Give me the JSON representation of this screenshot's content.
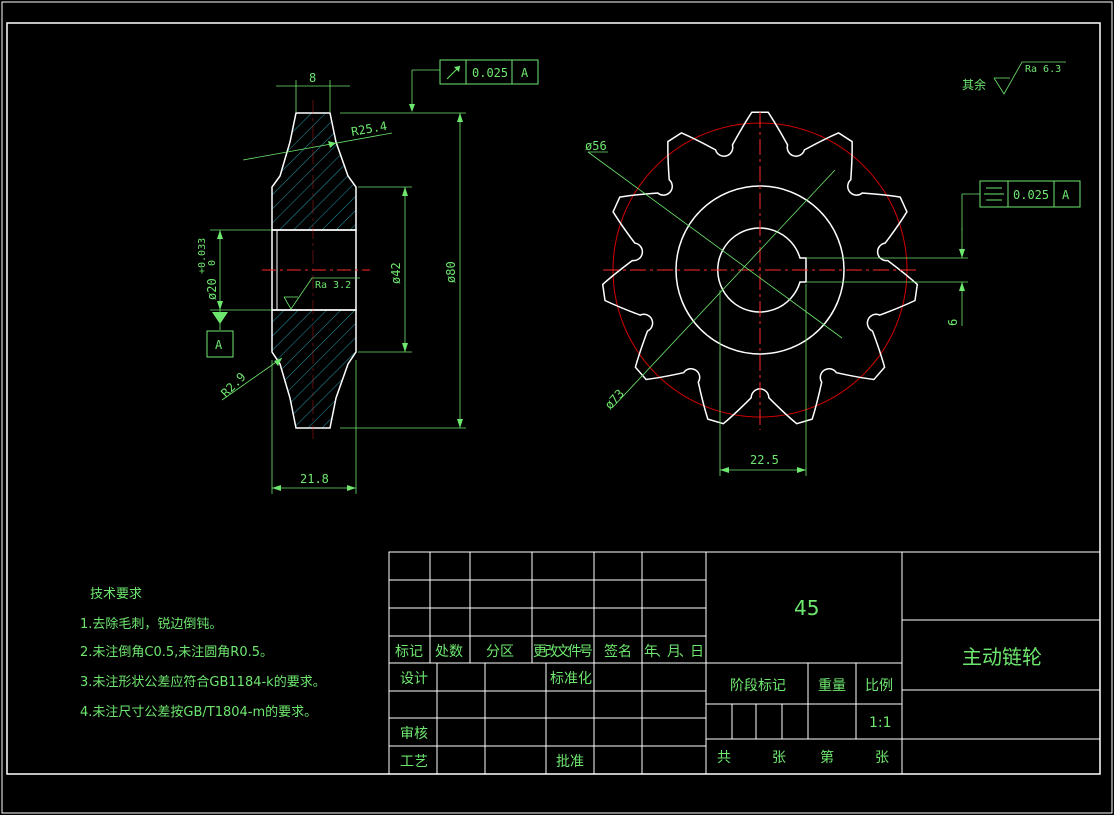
{
  "colors": {
    "background": "#000000",
    "outline": "#ffffff",
    "dimension": "#6ee76e",
    "hatch": "#27c2d6",
    "center_line": "#ff2a2a",
    "circle": "#d40000"
  },
  "side_view": {
    "width_top": "8",
    "radius_top": "R25.4",
    "bore_tolerance": "+0.033",
    "bore_tolerance_lower": "0",
    "bore_dia": "ø20",
    "hub_dia": "ø42",
    "outer_dia": "ø80",
    "roughness_bore": "Ra 3.2",
    "radius_root": "R2.9",
    "hub_width": "21.8",
    "datum": "A",
    "runout_value": "0.025",
    "runout_datum": "A"
  },
  "front_view": {
    "dia_56": "ø56",
    "dia_73": "ø73",
    "key_depth": "22.5",
    "key_width": "6",
    "symmetry_value": "0.025",
    "symmetry_datum": "A"
  },
  "roughness_general": {
    "prefix": "其余",
    "value": "Ra 6.3"
  },
  "notes": {
    "title": "技术要求",
    "items": [
      "1.去除毛刺，锐边倒钝。",
      "2.未注倒角C0.5,未注圆角R0.5。",
      "3.未注形状公差应符合GB1184-k的要求。",
      "4.未注尺寸公差按GB/T1804-m的要求。"
    ]
  },
  "title_block": {
    "material": "45",
    "part_name": "主动链轮",
    "revision_headers": [
      "标记",
      "处数",
      "分区",
      "更改文件号",
      "签名",
      "年、月、日"
    ],
    "design": "设计",
    "standardize": "标准化",
    "review": "审核",
    "process": "工艺",
    "approve": "批准",
    "stage_mark": "阶段标记",
    "weight": "重量",
    "scale_label": "比例",
    "scale": "1:1",
    "sheets_total": "共",
    "sheets_unit1": "张",
    "sheet_no": "第",
    "sheets_unit2": "张"
  }
}
